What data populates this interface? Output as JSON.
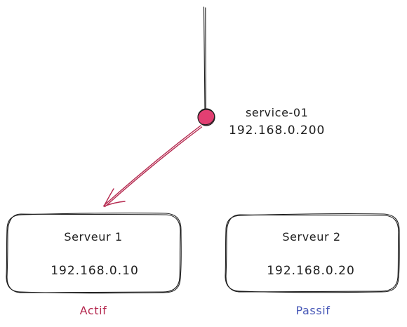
{
  "vip": {
    "name": "service-01",
    "ip": "192.168.0.200"
  },
  "servers": [
    {
      "name": "Serveur 1",
      "ip": "192.168.0.10",
      "status": "Actif"
    },
    {
      "name": "Serveur 2",
      "ip": "192.168.0.20",
      "status": "Passif"
    }
  ],
  "colors": {
    "ink": "#1e1e1e",
    "vip_fill": "#e23f72",
    "arrow": "#b5294f",
    "active": "#b5294f",
    "passive": "#4a5ab8"
  }
}
